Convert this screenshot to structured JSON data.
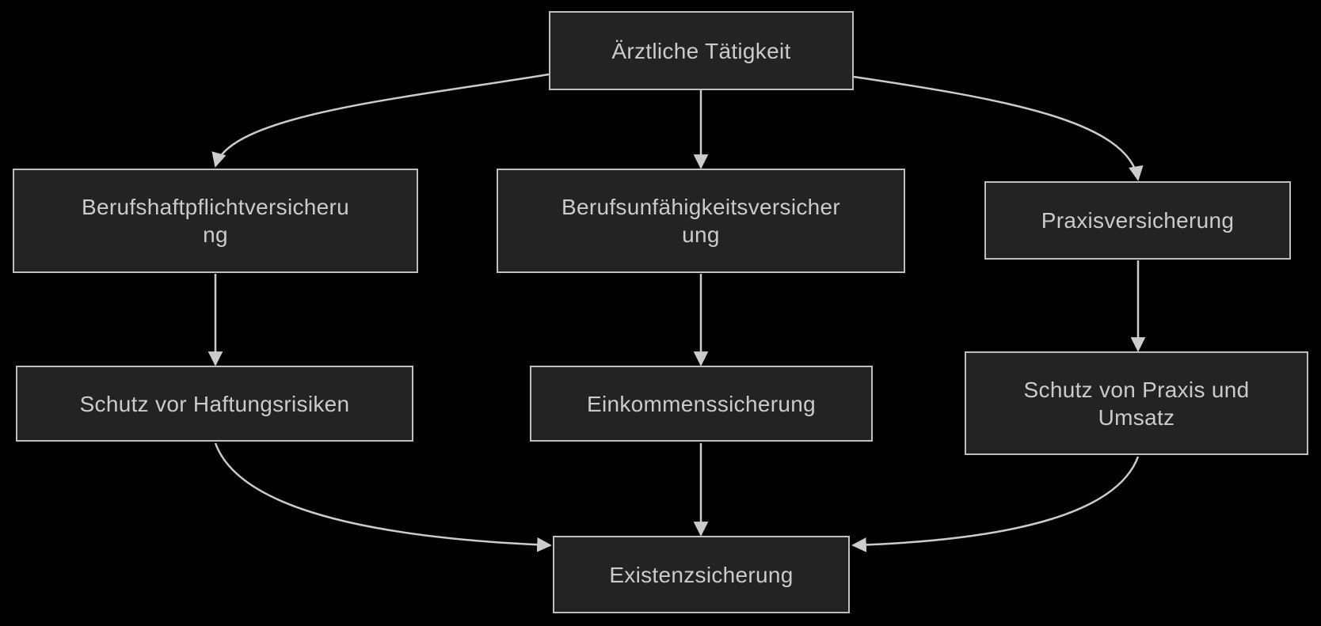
{
  "diagram": {
    "type": "flowchart",
    "nodes": {
      "root": {
        "label": "Ärztliche Tätigkeit"
      },
      "bhv": {
        "label": "Berufshaftpflichtversicheru\nng"
      },
      "buv": {
        "label": "Berufsunfähigkeitsversicher\nung"
      },
      "pv": {
        "label": "Praxisversicherung"
      },
      "shr": {
        "label": "Schutz vor Haftungsrisiken"
      },
      "eks": {
        "label": "Einkommenssicherung"
      },
      "spu": {
        "label": "Schutz von Praxis und\nUmsatz"
      },
      "exs": {
        "label": "Existenzsicherung"
      }
    },
    "edges": [
      {
        "from": "root",
        "to": "bhv"
      },
      {
        "from": "root",
        "to": "buv"
      },
      {
        "from": "root",
        "to": "pv"
      },
      {
        "from": "bhv",
        "to": "shr"
      },
      {
        "from": "buv",
        "to": "eks"
      },
      {
        "from": "pv",
        "to": "spu"
      },
      {
        "from": "shr",
        "to": "exs"
      },
      {
        "from": "eks",
        "to": "exs"
      },
      {
        "from": "spu",
        "to": "exs"
      }
    ],
    "colors": {
      "background": "#000000",
      "node_fill": "#232323",
      "node_border": "#bfbfbf",
      "node_text": "#cbcbcb",
      "arrow": "#cccccc"
    }
  }
}
